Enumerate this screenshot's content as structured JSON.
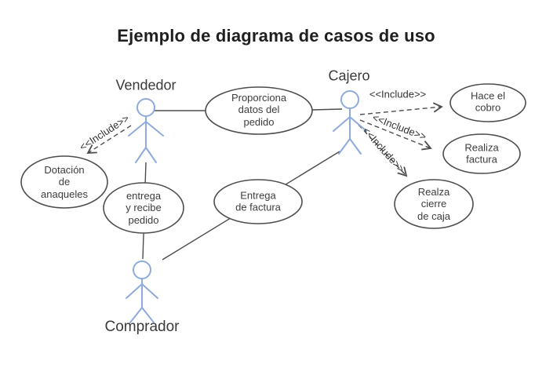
{
  "title": "Ejemplo de diagrama de casos de uso",
  "actors": {
    "vendedor": {
      "label": "Vendedor"
    },
    "cajero": {
      "label": "Cajero"
    },
    "comprador": {
      "label": "Comprador"
    }
  },
  "use_cases": {
    "proporciona_datos": {
      "label": "Proporciona\ndatos del\npedido"
    },
    "hace_el_cobro": {
      "label": "Hace el\ncobro"
    },
    "realiza_factura": {
      "label": "Realiza\nfactura"
    },
    "cierre_de_caja": {
      "label": "Realza\ncierre\nde caja"
    },
    "dotacion_anaqueles": {
      "label": "Dotación\nde\nanaqueles"
    },
    "entrega_recibe_pedido": {
      "label": "entrega\ny recibe\npedido"
    },
    "entrega_factura": {
      "label": "Entrega\nde factura"
    }
  },
  "relations": {
    "include_label": "<<Include>>"
  },
  "colors": {
    "actor_stroke": "#8faadc",
    "shape_outline": "#4d4d4d",
    "connector": "#4d4d4d",
    "label_text": "#3d3d3d",
    "title_text": "#1f1f1f"
  }
}
